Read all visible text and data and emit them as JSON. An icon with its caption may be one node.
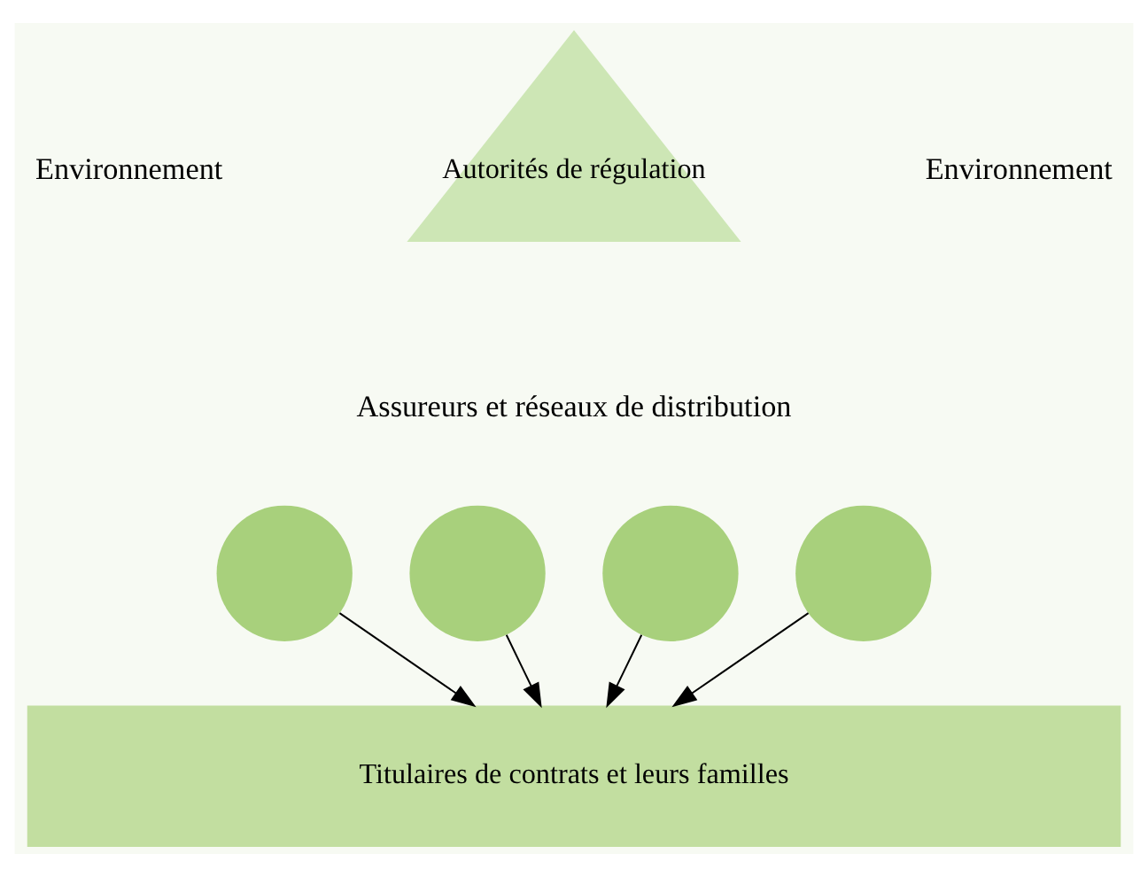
{
  "diagram": {
    "nodes": [
      {
        "text": [
          "Autorités de régulation"
        ]
      },
      {
        "text": [],
        "shape": "circle"
      },
      {
        "text": [],
        "shape": "circle"
      },
      {
        "text": [],
        "shape": "circle"
      },
      {
        "text": [],
        "shape": "circle"
      },
      {
        "text": [
          "Titulaires de contrats et leurs familles"
        ]
      }
    ],
    "edges": [
      {
        "from": 1,
        "to": 5,
        "arrow": "to"
      },
      {
        "from": 2,
        "to": 5,
        "arrow": "to"
      },
      {
        "from": 3,
        "to": 5,
        "arrow": "to"
      },
      {
        "from": 4,
        "to": 5,
        "arrow": "to"
      }
    ],
    "labels": [
      "Environnement",
      "Environnement",
      "Assureurs et réseaux de distribution"
    ]
  }
}
